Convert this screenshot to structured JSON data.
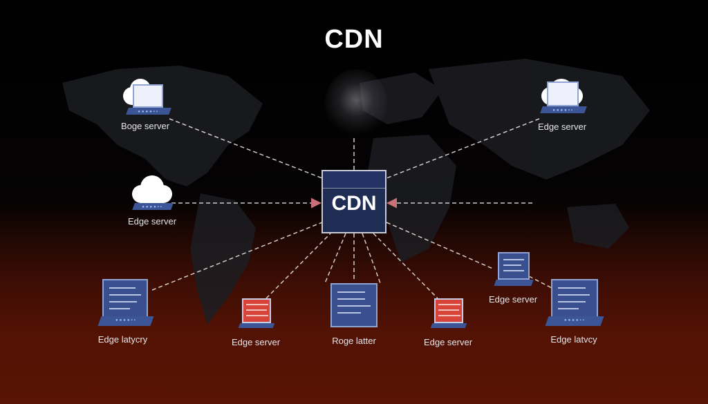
{
  "title": "CDN",
  "hub": {
    "label": "CDN"
  },
  "nodes": [
    {
      "id": "top-left",
      "caption": "Boge server",
      "icon": "cloud-laptop-icon"
    },
    {
      "id": "top-right",
      "caption": "Edge server",
      "icon": "cloud-laptop-icon"
    },
    {
      "id": "mid-left",
      "caption": "Edge server",
      "icon": "cloud-server-icon"
    },
    {
      "id": "bottom-far-left",
      "caption": "Edge latycry",
      "icon": "monitor-icon"
    },
    {
      "id": "bottom-left",
      "caption": "Edge server",
      "icon": "red-laptop-icon"
    },
    {
      "id": "bottom-center",
      "caption": "Roge latter",
      "icon": "monitor-icon"
    },
    {
      "id": "bottom-right",
      "caption": "Edge server",
      "icon": "red-laptop-icon"
    },
    {
      "id": "mid-right",
      "caption": "Edge server",
      "icon": "laptop-icon"
    },
    {
      "id": "bottom-far-right",
      "caption": "Edge latvcy",
      "icon": "monitor-icon"
    }
  ],
  "colors": {
    "hub_fill": "#1f2d55",
    "arrow": "#e07a84",
    "link": "#e8e2dc",
    "bg_top": "#000000",
    "bg_bottom": "#581404"
  }
}
